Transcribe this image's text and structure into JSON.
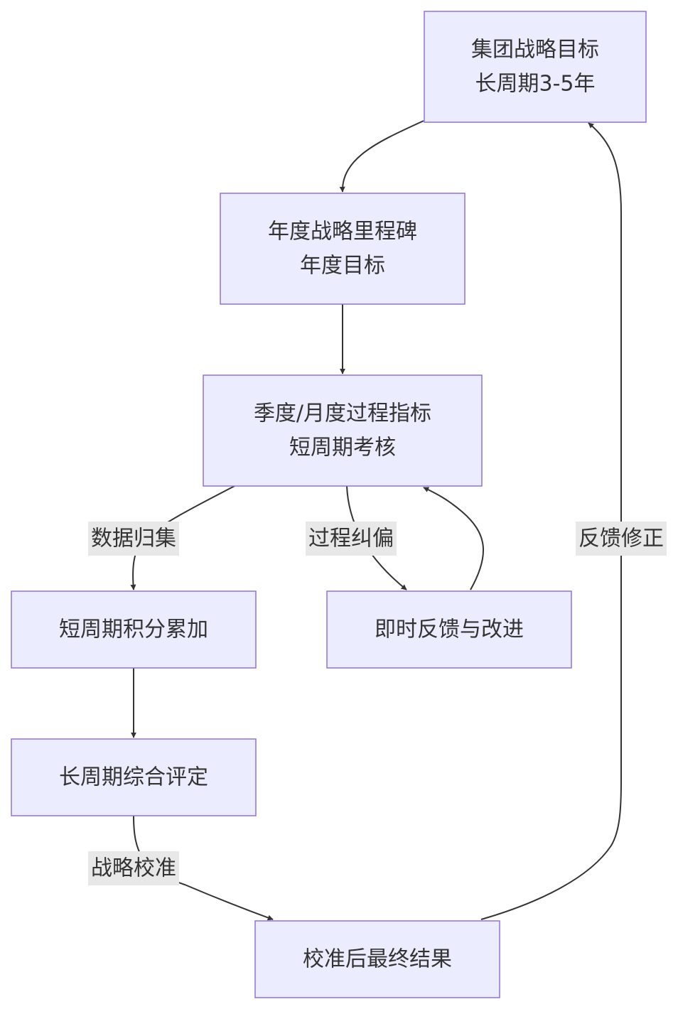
{
  "nodes": {
    "group_goal": {
      "line1": "集团战略目标",
      "line2": "长周期3-5年"
    },
    "annual_milestone": {
      "line1": "年度战略里程碑",
      "line2": "年度目标"
    },
    "process_metrics": {
      "line1": "季度/月度过程指标",
      "line2": "短周期考核"
    },
    "score_accumulate": {
      "line1": "短周期积分累加"
    },
    "feedback_improve": {
      "line1": "即时反馈与改进"
    },
    "long_evaluation": {
      "line1": "长周期综合评定"
    },
    "final_result": {
      "line1": "校准后最终结果"
    }
  },
  "edges": {
    "data_collect": {
      "label": "数据归集"
    },
    "process_correct": {
      "label": "过程纠偏"
    },
    "feedback_correct": {
      "label": "反馈修正"
    },
    "strategy_calibrate": {
      "label": "战略校准"
    }
  },
  "colors": {
    "node_fill": "#ececff",
    "node_border": "#9370db",
    "edge": "#333333",
    "label_bg": "#e8e8e8",
    "text": "#333333"
  }
}
